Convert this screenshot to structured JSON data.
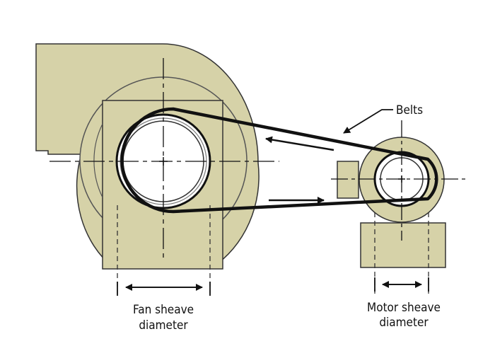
{
  "labels": {
    "belts": "Belts",
    "fan_sheave_line1": "Fan sheave",
    "fan_sheave_line2": "diameter",
    "motor_sheave_line1": "Motor sheave",
    "motor_sheave_line2": "diameter"
  },
  "colors": {
    "housing_fill": "#d6d2a8",
    "line": "#111111",
    "background": "#ffffff"
  }
}
